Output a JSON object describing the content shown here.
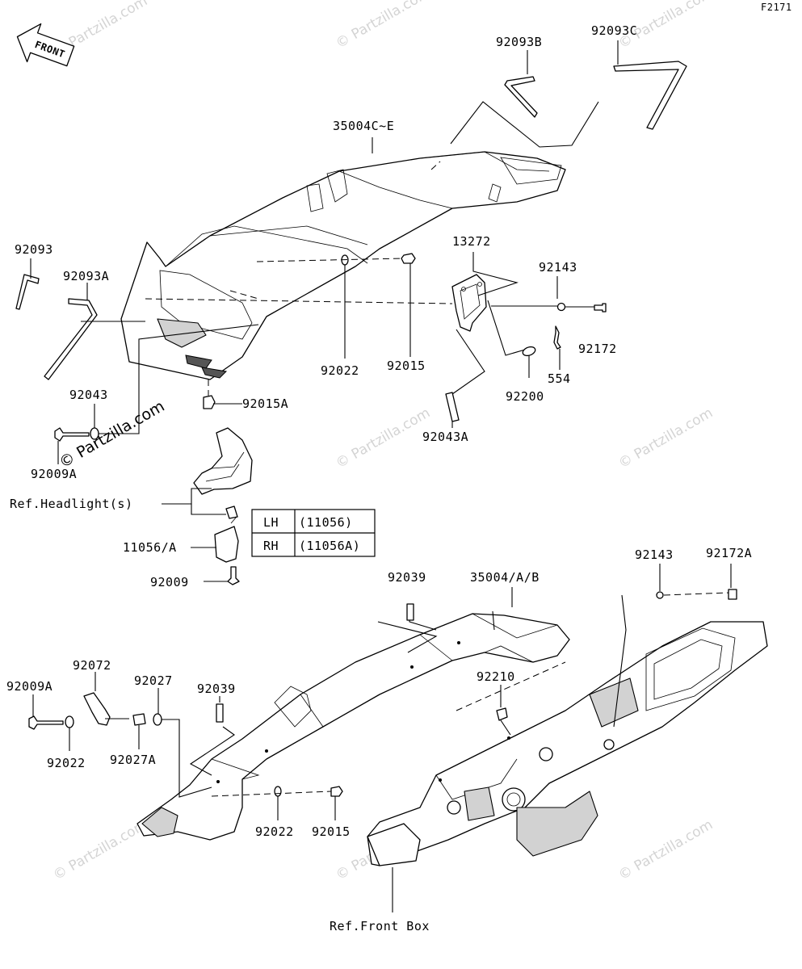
{
  "figure_code": "F2171",
  "front_indicator": "FRONT",
  "watermark": "© Partzilla.com",
  "part_labels": {
    "p92093B": "92093B",
    "p92093C": "92093C",
    "p35004C_E": "35004C~E",
    "p92093": "92093",
    "p92093A": "92093A",
    "p13272": "13272",
    "p92143_top": "92143",
    "p92172": "92172",
    "p554": "554",
    "p92200": "92200",
    "p92022_top": "92022",
    "p92015_top": "92015",
    "p92043": "92043",
    "p92015A": "92015A",
    "p92043A": "92043A",
    "p92009A_top": "92009A",
    "p11056_A": "11056/A",
    "p92009": "92009",
    "p92039_top": "92039",
    "p35004_A_B": "35004/A/B",
    "p92143_bottom": "92143",
    "p92172A": "92172A",
    "p92009A_bottom": "92009A",
    "p92072": "92072",
    "p92027": "92027",
    "p92039_mid": "92039",
    "p92210": "92210",
    "p92022_left": "92022",
    "p92027A": "92027A",
    "p92022_bottom": "92022",
    "p92015_bottom": "92015"
  },
  "references": {
    "headlight": "Ref.Headlight(s)",
    "front_box": "Ref.Front Box"
  },
  "side_table": [
    {
      "side": "LH",
      "part": "(11056)"
    },
    {
      "side": "RH",
      "part": "(11056A)"
    }
  ]
}
